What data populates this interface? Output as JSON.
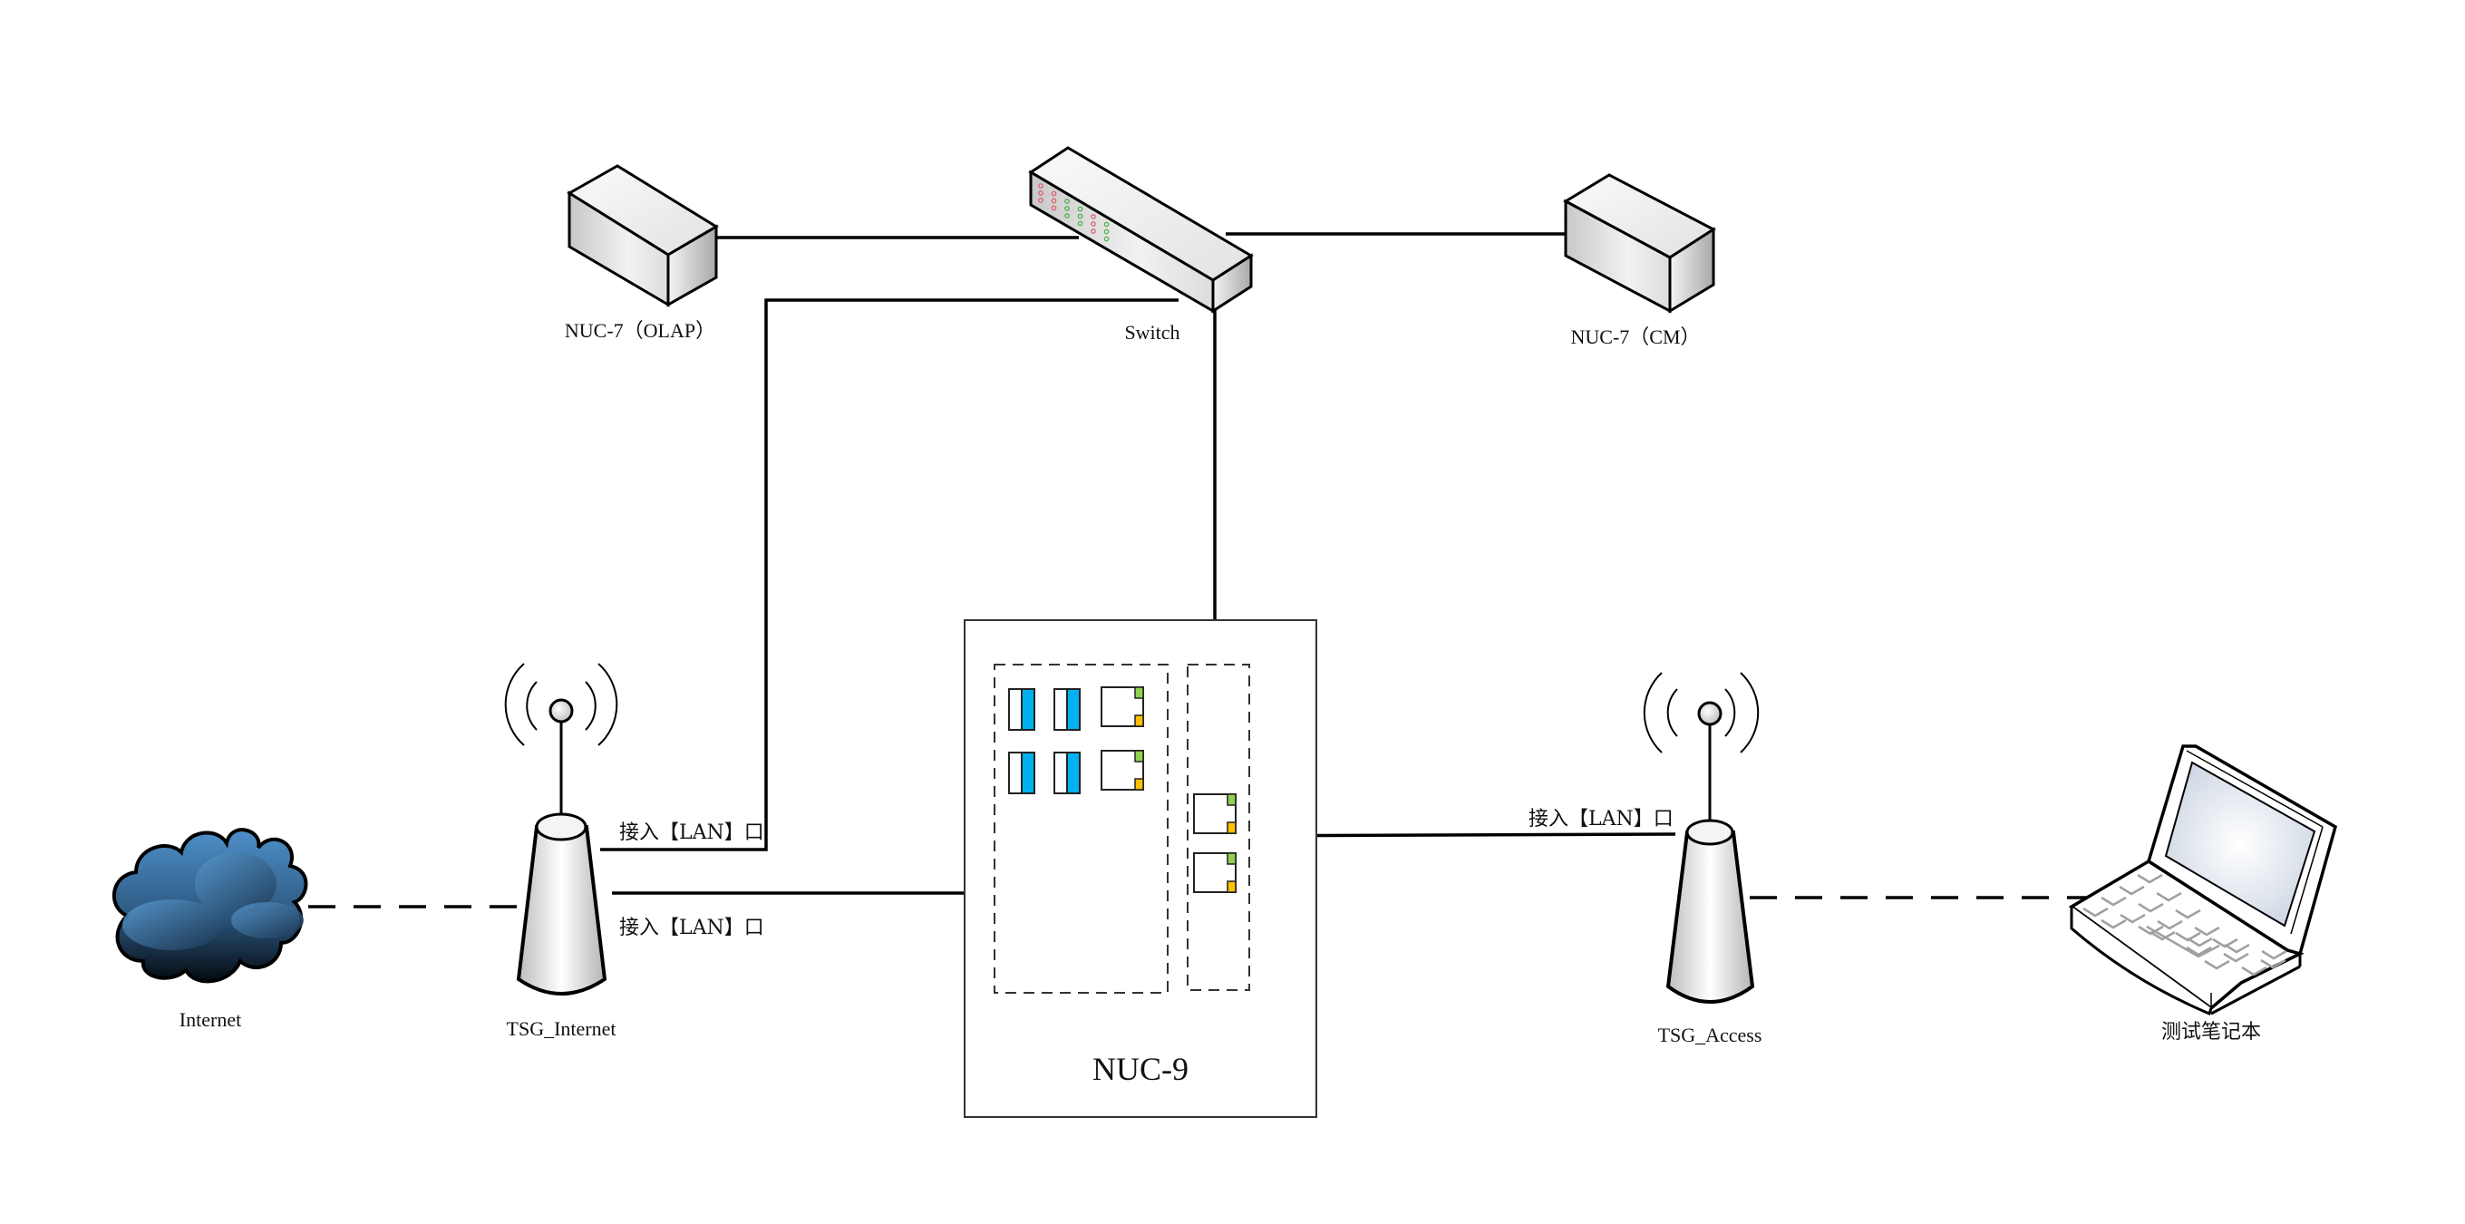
{
  "diagram": {
    "title": "Network topology",
    "nodes": {
      "internet": {
        "label": "Internet",
        "icon": "cloud-icon"
      },
      "tsg_internet": {
        "label": "TSG_Internet",
        "icon": "wireless-router-icon"
      },
      "nuc9": {
        "label": "NUC-9",
        "icon": "server-chassis-icon"
      },
      "tsg_access": {
        "label": "TSG_Access",
        "icon": "wireless-router-icon"
      },
      "laptop": {
        "label": "测试笔记本",
        "icon": "laptop-icon"
      },
      "nuc7_olap": {
        "label": "NUC-7（OLAP）",
        "icon": "server-box-icon"
      },
      "switch": {
        "label": "Switch",
        "icon": "network-switch-icon"
      },
      "nuc7_cm": {
        "label": "NUC-7（CM）",
        "icon": "server-box-icon"
      }
    },
    "edge_labels": {
      "tsg_internet_to_switch": "接入【LAN】口",
      "tsg_internet_to_nuc9": "接入【LAN】口",
      "tsg_access_to_nuc9": "接入【LAN】口"
    },
    "edges": [
      {
        "from": "internet",
        "to": "tsg_internet",
        "style": "dashed"
      },
      {
        "from": "tsg_internet",
        "to": "switch",
        "style": "solid"
      },
      {
        "from": "tsg_internet",
        "to": "nuc9",
        "style": "solid"
      },
      {
        "from": "switch",
        "to": "nuc9",
        "style": "solid"
      },
      {
        "from": "nuc7_olap",
        "to": "switch",
        "style": "solid"
      },
      {
        "from": "switch",
        "to": "nuc7_cm",
        "style": "solid"
      },
      {
        "from": "tsg_access",
        "to": "nuc9",
        "style": "solid"
      },
      {
        "from": "tsg_access",
        "to": "laptop",
        "style": "dashed"
      }
    ],
    "colors": {
      "usb_port": "#00b0f0",
      "led_green": "#92d050",
      "led_amber": "#ffc000",
      "cloud_light": "#4a8cc4",
      "cloud_dark": "#0c1a28",
      "switch_led_red": "#e06070",
      "switch_led_green": "#50b050"
    }
  }
}
